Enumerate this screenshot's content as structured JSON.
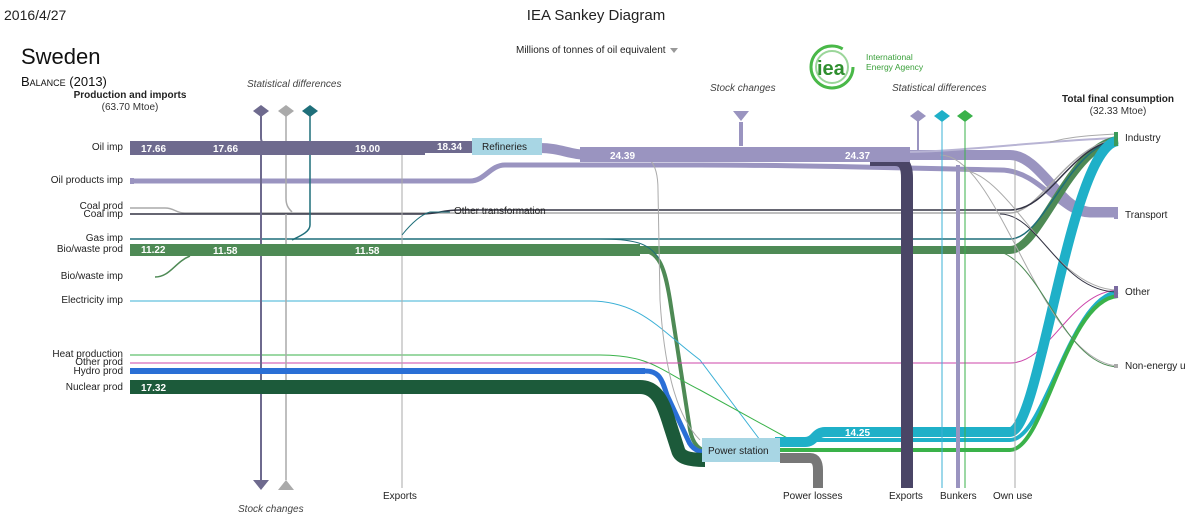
{
  "header": {
    "date": "2016/4/27",
    "title": "IEA Sankey Diagram",
    "country": "Sweden",
    "balance": "Balance (2013)",
    "unit_selector": "Millions of tonnes of oil equivalent",
    "logo_text": "iea",
    "logo_agency": "International\nEnergy Agency"
  },
  "column_headers": {
    "supply_title": "Production and imports",
    "supply_total": "(63.70 Mtoe)",
    "demand_title": "Total final consumption",
    "demand_total": "(32.33 Mtoe)"
  },
  "sources": [
    {
      "label": "Oil imp",
      "color": "#6e6a8e"
    },
    {
      "label": "Oil products imp",
      "color": "#9a94c0"
    },
    {
      "label": "Coal prod",
      "color": "#aaaaaa"
    },
    {
      "label": "Coal imp",
      "color": "#333344"
    },
    {
      "label": "Gas imp",
      "color": "#1f6f7a"
    },
    {
      "label": "Bio/waste prod",
      "color": "#4e8a55"
    },
    {
      "label": "Bio/waste imp",
      "color": "#4e8a55"
    },
    {
      "label": "Electricity imp",
      "color": "#3bb0d6"
    },
    {
      "label": "Heat production",
      "color": "#3ab24a"
    },
    {
      "label": "Other prod",
      "color": "#cc44aa"
    },
    {
      "label": "Hydro prod",
      "color": "#2a6fd6"
    },
    {
      "label": "Nuclear prod",
      "color": "#1c5a3a"
    }
  ],
  "sinks": [
    {
      "label": "Industry"
    },
    {
      "label": "Transport"
    },
    {
      "label": "Other"
    },
    {
      "label": "Non-energy u"
    }
  ],
  "process_nodes": {
    "refineries": "Refineries",
    "power_station": "Power station",
    "other_transformation": "Other transformation"
  },
  "annotations": {
    "stat_diff_left": "Statistical differences",
    "stat_diff_right": "Statistical differences",
    "stock_changes_top": "Stock changes",
    "stock_changes_bottom": "Stock changes",
    "exports_left": "Exports",
    "power_losses": "Power losses",
    "exports_right": "Exports",
    "bunkers": "Bunkers",
    "own_use": "Own use"
  },
  "flow_values": {
    "oil_imp_a": "17.66",
    "oil_imp_b": "17.66",
    "oil_imp_c": "19.00",
    "oil_to_refineries": "18.34",
    "refineries_out": "24.39",
    "refineries_out_b": "24.37",
    "bio_a": "11.22",
    "bio_b": "11.58",
    "bio_c": "11.58",
    "nuclear": "17.32",
    "power_out": "14.25"
  },
  "colors": {
    "oil": "#6e6a8e",
    "oil_products": "#9a94c0",
    "refinery_node": "#a8d6e4",
    "bio": "#4e8a55",
    "nuclear": "#1c5a3a",
    "hydro": "#2a6fd6",
    "electricity": "#1fb0c8",
    "heat": "#3ab24a",
    "exports_dark": "#4a4566",
    "losses": "#777777"
  }
}
